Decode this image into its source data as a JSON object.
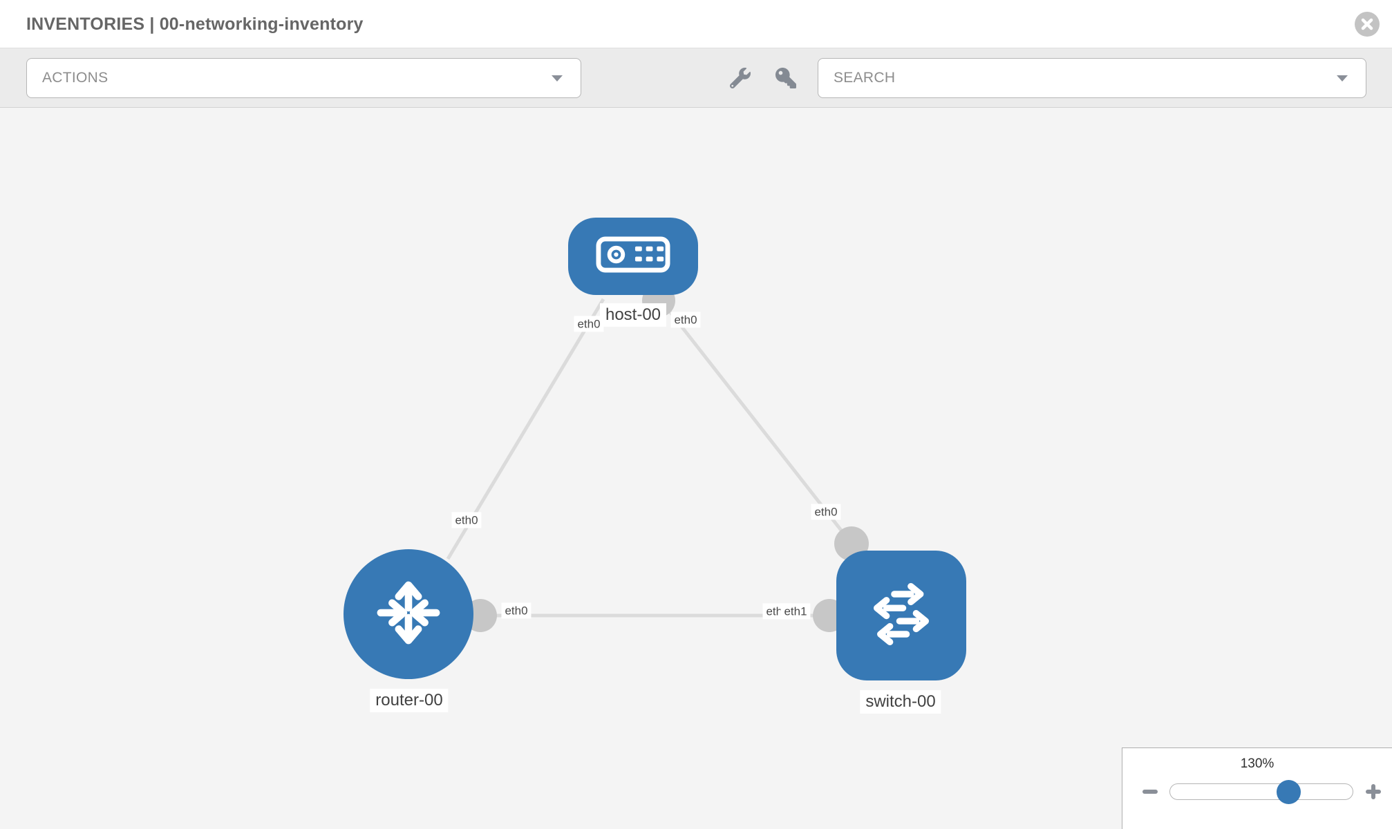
{
  "header": {
    "title": "INVENTORIES | 00-networking-inventory"
  },
  "toolbar": {
    "actions": {
      "label": "ACTIONS"
    },
    "search": {
      "placeholder": "SEARCH"
    }
  },
  "icons": {
    "header_close": "circle-x-icon",
    "toolbar_tools": [
      "wrench-icon",
      "key-icon"
    ],
    "dropdown_caret": "caret-down-icon",
    "zoom_minus": "minus-icon",
    "zoom_plus": "plus-icon",
    "node_host": "host-server-icon",
    "node_router": "router-arrows-icon",
    "node_switch": "switch-arrows-icon"
  },
  "topology": {
    "nodes": [
      {
        "id": "host-00",
        "type": "host",
        "label": "host-00"
      },
      {
        "id": "router-00",
        "type": "router",
        "label": "router-00"
      },
      {
        "id": "switch-00",
        "type": "switch",
        "label": "switch-00"
      }
    ],
    "links": [
      {
        "from": "host-00",
        "from_port": "eth0",
        "to": "router-00",
        "to_port": "eth0"
      },
      {
        "from": "host-00",
        "from_port": "eth0",
        "to": "switch-00",
        "to_port": "eth0"
      },
      {
        "from": "router-00",
        "from_port": "eth0",
        "to": "switch-00",
        "to_port": "eth1"
      }
    ],
    "port_labels": {
      "host_left": "eth0",
      "host_right": "eth0",
      "router_top": "eth0",
      "switch_top": "eth0",
      "router_right": "eth0",
      "switch_left_back": "eth0",
      "switch_left_front": "eth1"
    }
  },
  "zoom_panel": {
    "level": "130%"
  },
  "colors": {
    "node_blue": "#3779b5",
    "canvas_bg": "#f4f4f4",
    "toolbar_bg": "#ebebeb",
    "link_gray": "#dbdbdb",
    "dot_gray": "#c7c7c7",
    "accent_border": "#b6b6b6"
  }
}
